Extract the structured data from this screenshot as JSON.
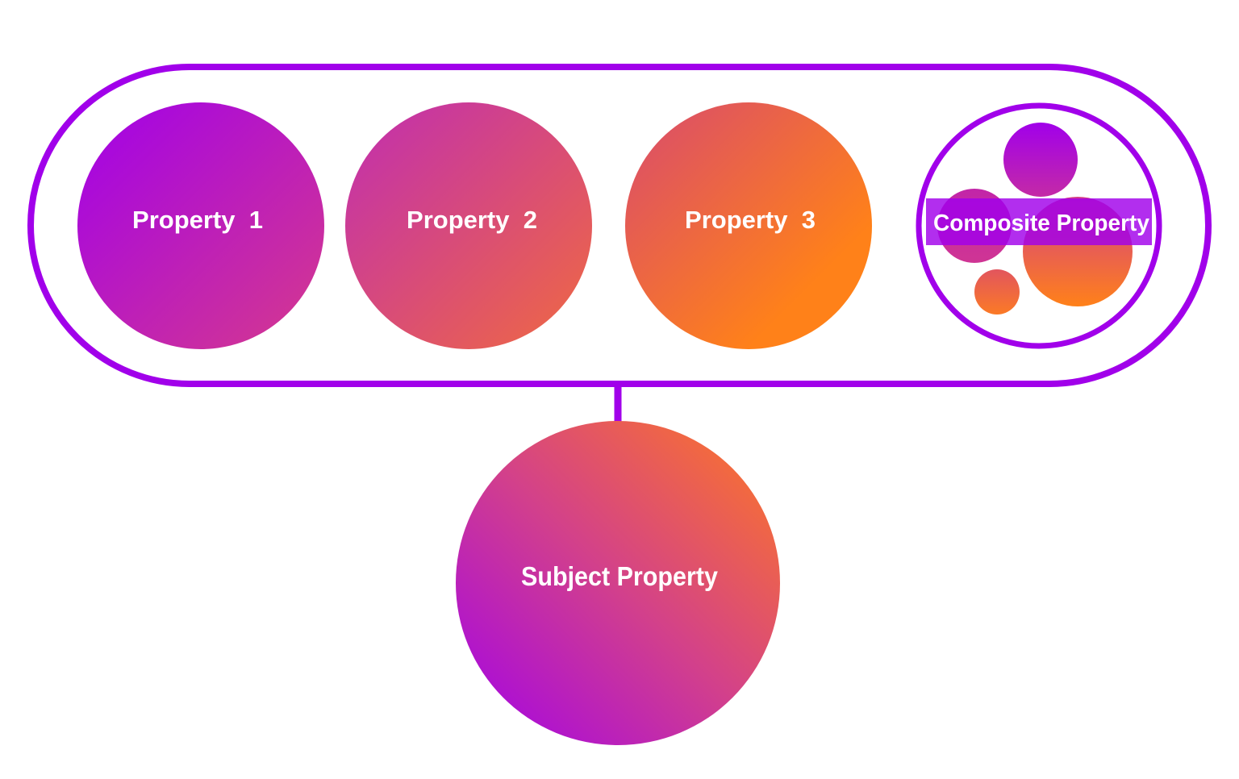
{
  "diagram": {
    "nodes": [
      {
        "id": "property-1",
        "label": "Property  1"
      },
      {
        "id": "property-2",
        "label": "Property  2"
      },
      {
        "id": "property-3",
        "label": "Property  3"
      },
      {
        "id": "composite-property",
        "label": "Composite Property"
      },
      {
        "id": "subject-property",
        "label": "Subject Property"
      }
    ],
    "edges": [
      {
        "from": "comparable-group",
        "to": "subject-property"
      }
    ]
  },
  "colors": {
    "accent": "#a100ea",
    "gradient_start": "#a100ea",
    "gradient_end": "#ff8119",
    "label_band": "#a100ea",
    "text": "#ffffff"
  }
}
